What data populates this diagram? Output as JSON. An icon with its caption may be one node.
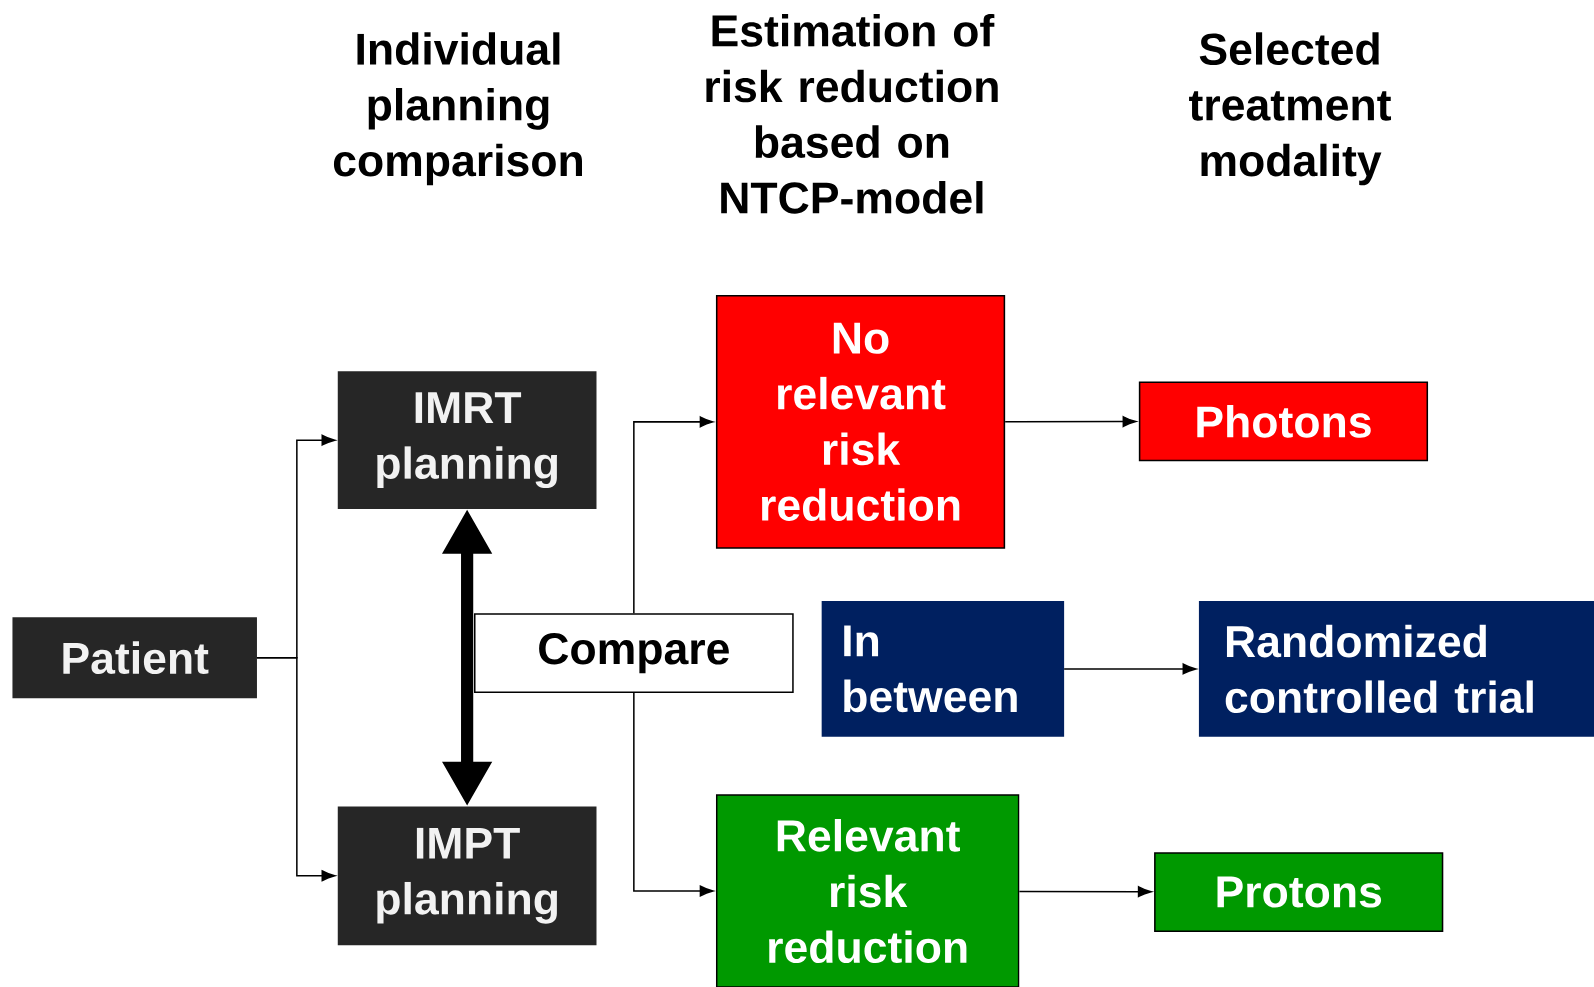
{
  "diagram": {
    "nodes": [
      {
        "text": [
          "Patient"
        ]
      },
      {
        "text": [
          "IMRT planning"
        ]
      },
      {
        "text": [
          "IMPT planning"
        ]
      },
      {
        "text": [
          "Compare"
        ]
      },
      {
        "text": [
          "No relevant risk reduction"
        ]
      },
      {
        "text": [
          "In between"
        ]
      },
      {
        "text": [
          "Relevant risk reduction"
        ]
      },
      {
        "text": [
          "Photons"
        ]
      },
      {
        "text": [
          "Randomized controlled trial"
        ]
      },
      {
        "text": [
          "Protons"
        ]
      }
    ],
    "edges": [
      {
        "from": 0,
        "to": 1,
        "arrow": "to"
      },
      {
        "from": 0,
        "to": 2,
        "arrow": "to"
      },
      {
        "from": 1,
        "to": 2,
        "arrow": "both",
        "style": "thick"
      },
      {
        "from": 3,
        "to": 4,
        "arrow": "to"
      },
      {
        "from": 3,
        "to": 6,
        "arrow": "to"
      },
      {
        "from": 4,
        "to": 7,
        "arrow": "to"
      },
      {
        "from": 5,
        "to": 8,
        "arrow": "to"
      },
      {
        "from": 6,
        "to": 9,
        "arrow": "to"
      }
    ],
    "labels": [
      "Individual planning comparison",
      "Estimation of risk reduction based on NTCP-model",
      "Selected treatment modality"
    ]
  }
}
